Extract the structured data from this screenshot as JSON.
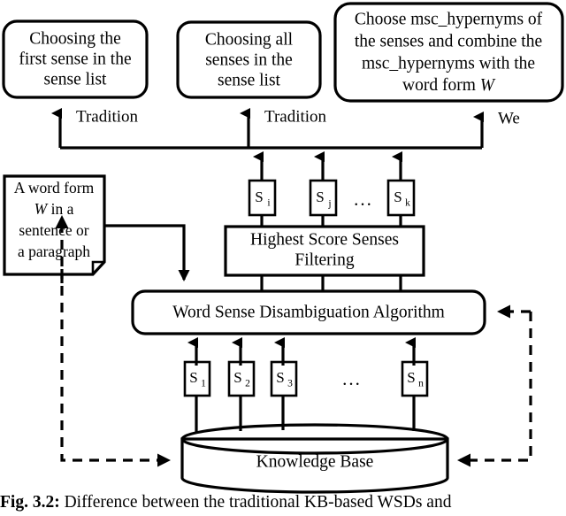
{
  "figure": {
    "caption_label": "Fig. 3.2:",
    "caption_text": " Difference between the traditional KB-based WSDs and"
  },
  "outcome_boxes": [
    {
      "id": "choose-first-sense",
      "lines": [
        "Choosing the",
        "first sense in the",
        "sense list"
      ]
    },
    {
      "id": "choose-all-senses",
      "lines": [
        "Choosing all",
        "senses in the",
        "sense list"
      ]
    },
    {
      "id": "choose-msc-hypernyms",
      "lines": [
        "Choose msc_hypernyms of",
        "the senses and combine the",
        "msc_hypernyms with the",
        "word form W"
      ],
      "italic_token": "W"
    }
  ],
  "edge_labels": {
    "left": "Tradition",
    "middle": "Tradition",
    "right": "We"
  },
  "input_note": {
    "id": "word-form-note",
    "lines": [
      "A word form",
      "W in a",
      "sentence or",
      "a paragraph"
    ],
    "italic_token": "W"
  },
  "filtered_senses": [
    {
      "base": "S",
      "sub": "i"
    },
    {
      "base": "S",
      "sub": "j"
    },
    {
      "base": "S",
      "sub": "k"
    }
  ],
  "filtered_senses_ellipsis": "...",
  "filter_box": {
    "id": "highest-score-senses-filtering",
    "lines": [
      "Highest Score Senses",
      "Filtering"
    ]
  },
  "algorithm_box": {
    "id": "word-sense-disambiguation-algorithm",
    "label": "Word Sense Disambiguation Algorithm"
  },
  "candidate_senses": [
    {
      "base": "S",
      "sub": "1"
    },
    {
      "base": "S",
      "sub": "2"
    },
    {
      "base": "S",
      "sub": "3"
    },
    {
      "base": "S",
      "sub": "n"
    }
  ],
  "candidate_senses_ellipsis": "...",
  "knowledge_base": {
    "id": "knowledge-base",
    "label": "Knowledge Base"
  },
  "colors": {
    "stroke": "#000000",
    "fill": "#ffffff",
    "text": "#000000"
  }
}
